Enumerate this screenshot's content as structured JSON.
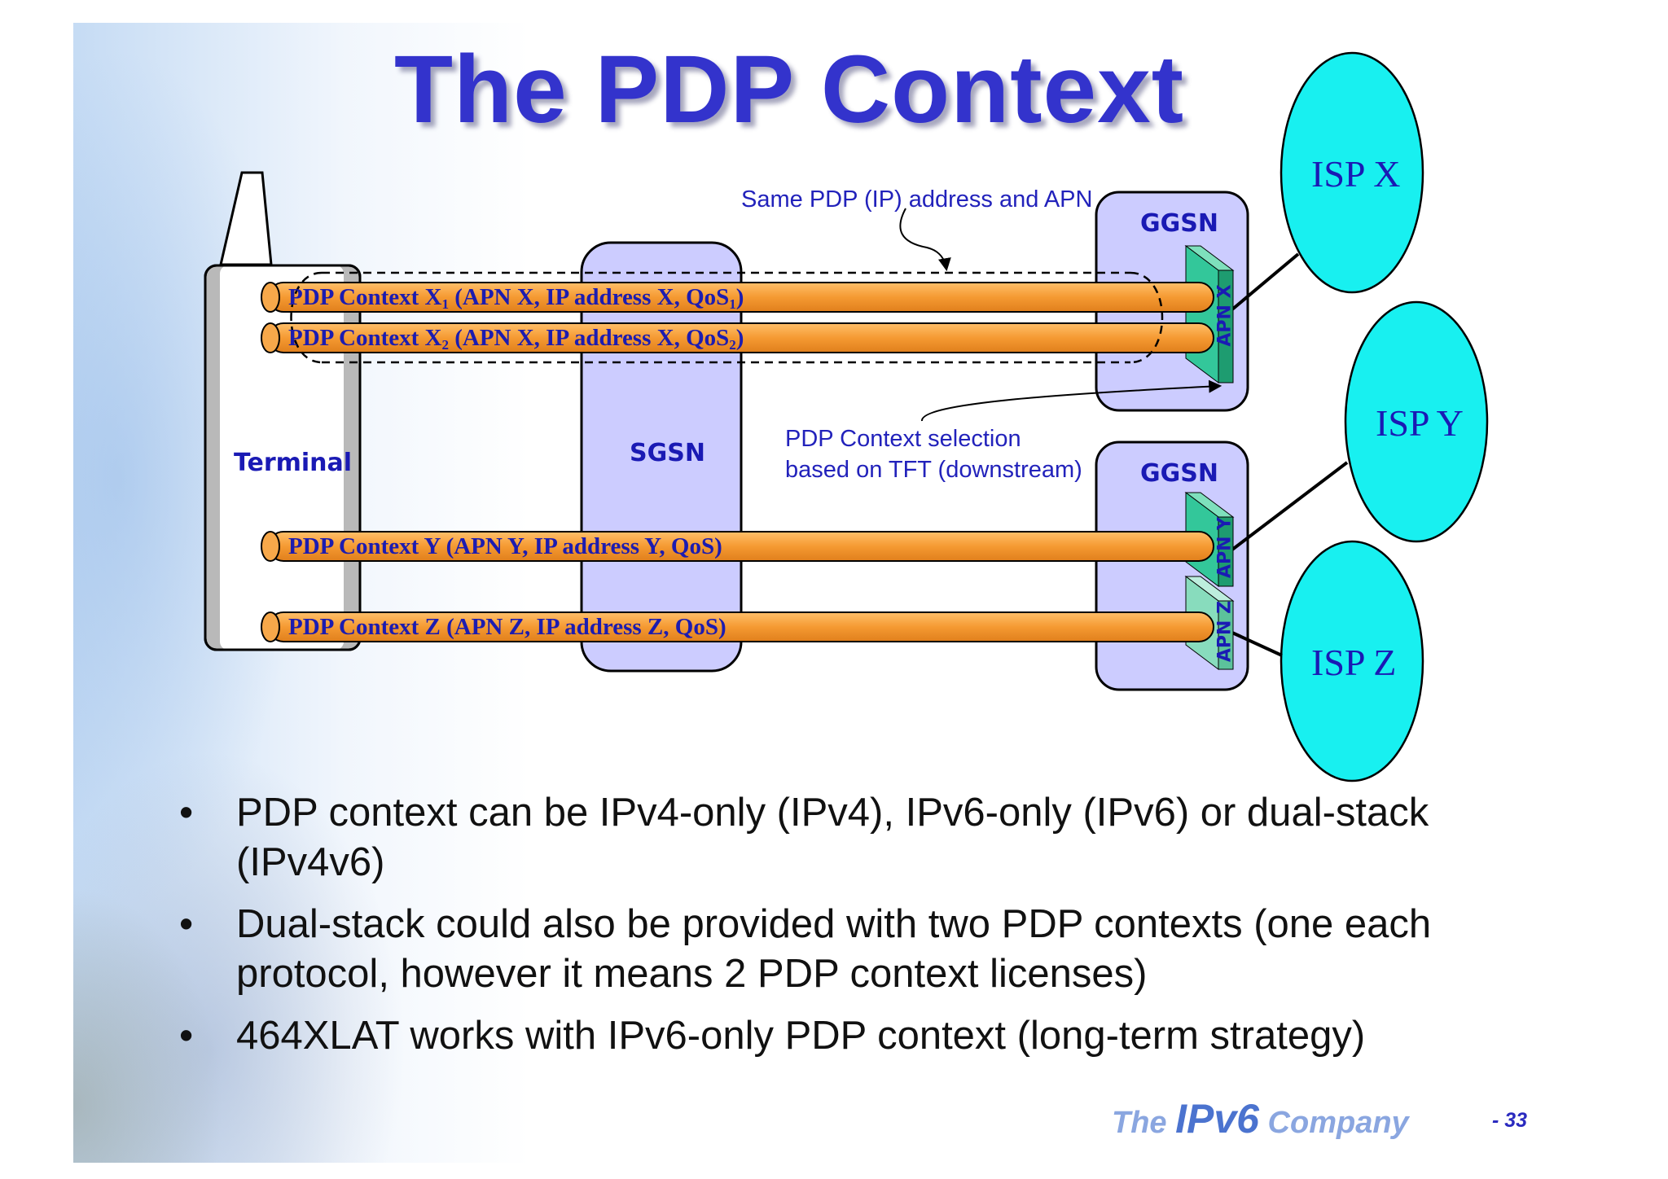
{
  "title": "The PDP Context",
  "diagram": {
    "terminal_label": "Terminal",
    "sgsn_label": "SGSN",
    "ggsn_top_label": "GGSN",
    "ggsn_bottom_label": "GGSN",
    "note_same_address": "Same PDP (IP) address and APN",
    "note_selection_line1": "PDP Context selection",
    "note_selection_line2": "based on TFT (downstream)",
    "contexts": [
      {
        "prefix": "PDP Context X",
        "sub": "1",
        "middle": " (APN X, IP address X, QoS",
        "sub2": "1",
        "suffix": ")"
      },
      {
        "prefix": "PDP Context X",
        "sub": "2",
        "middle": " (APN X, IP address X, QoS",
        "sub2": "2",
        "suffix": ")"
      },
      {
        "text": "PDP Context Y (APN Y, IP address Y, QoS)"
      },
      {
        "text": "PDP Context Z (APN Z, IP address Z, QoS)"
      }
    ],
    "apn_labels": [
      "APN X",
      "APN Y",
      "APN Z"
    ],
    "isps": [
      "ISP X",
      "ISP Y",
      "ISP Z"
    ],
    "colors": {
      "tube": "#f5a040",
      "node_fill": "#ccccff",
      "isp_fill": "#18f0f0",
      "apn_fill": "#33c79a",
      "text_blue": "#1a1ab4"
    }
  },
  "bullets": [
    "PDP context can be IPv4-only (IPv4), IPv6-only (IPv6) or dual-stack (IPv4v6)",
    "Dual-stack could also be provided with two PDP contexts (one each protocol, however it means 2 PDP context licenses)",
    "464XLAT works with IPv6-only PDP context (long-term strategy)"
  ],
  "footer": {
    "logo_the": "The ",
    "logo_ipv6": "IPv6",
    "logo_company": " Company",
    "page_number": "- 33"
  }
}
